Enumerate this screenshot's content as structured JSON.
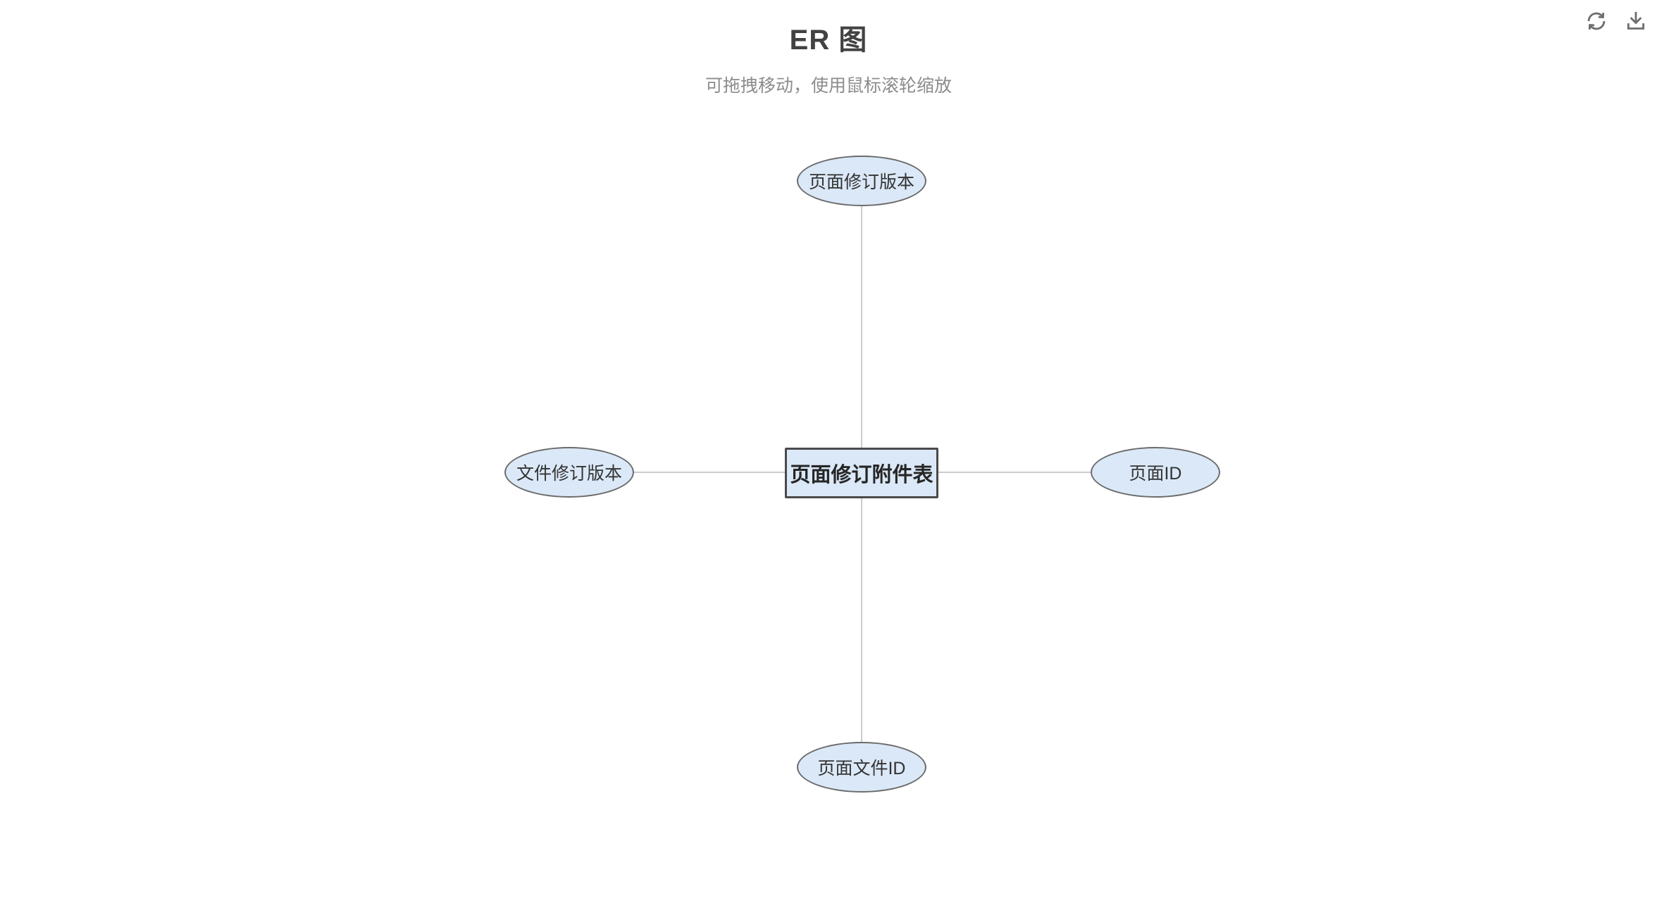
{
  "header": {
    "title": "ER 图",
    "subtitle": "可拖拽移动，使用鼠标滚轮缩放"
  },
  "toolbar": {
    "refresh_icon": "refresh-icon",
    "download_icon": "download-icon"
  },
  "diagram": {
    "entity": {
      "label": "页面修订附件表",
      "shape": "rectangle"
    },
    "attributes": [
      {
        "label": "页面修订版本",
        "position": "top",
        "shape": "ellipse"
      },
      {
        "label": "文件修订版本",
        "position": "left",
        "shape": "ellipse"
      },
      {
        "label": "页面ID",
        "position": "right",
        "shape": "ellipse"
      },
      {
        "label": "页面文件ID",
        "position": "bottom",
        "shape": "ellipse"
      }
    ],
    "edges": [
      {
        "from": "页面修订附件表",
        "to": "页面修订版本"
      },
      {
        "from": "页面修订附件表",
        "to": "文件修订版本"
      },
      {
        "from": "页面修订附件表",
        "to": "页面ID"
      },
      {
        "from": "页面修订附件表",
        "to": "页面文件ID"
      }
    ]
  },
  "colors": {
    "node_fill": "#dbe8f7",
    "ellipse_border": "#6b6b6b",
    "entity_border": "#4a4a4a",
    "edge_line": "#cccccc",
    "title_text": "#424242",
    "subtitle_text": "#8c8c8c",
    "icon": "#6e6e6e"
  }
}
